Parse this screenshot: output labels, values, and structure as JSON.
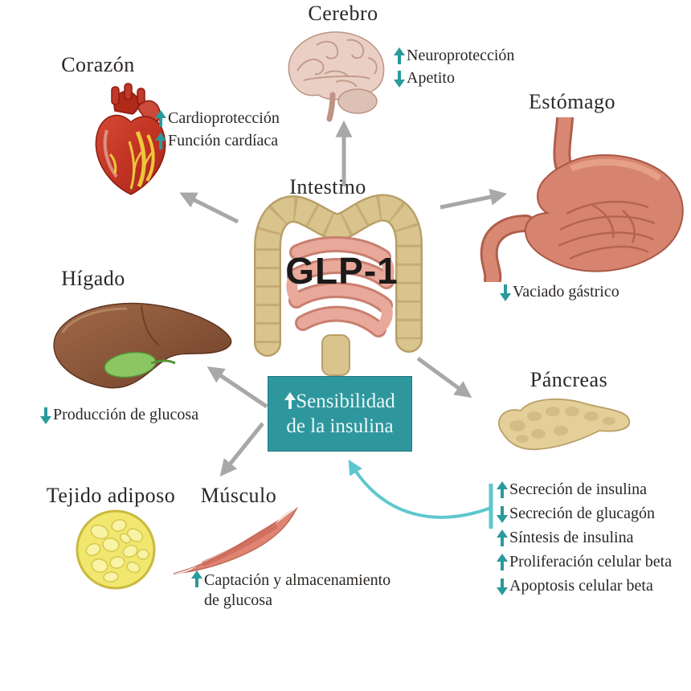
{
  "palette": {
    "teal": "#2a9a9b",
    "teal_light": "#5ec7cd",
    "arrow_gray": "#a8a8a8",
    "ink": "#2b2724"
  },
  "center": {
    "organ_label": "Intestino",
    "hormone_label": "GLP-1"
  },
  "insulin_box": {
    "direction": "up",
    "line1": "Sensibilidad",
    "line2": "de la insulina"
  },
  "organs": [
    {
      "id": "cerebro",
      "label": "Cerebro",
      "effects": [
        {
          "dir": "up",
          "text": "Neuroprotección"
        },
        {
          "dir": "down",
          "text": "Apetito"
        }
      ]
    },
    {
      "id": "corazon",
      "label": "Corazón",
      "effects": [
        {
          "dir": "up",
          "text": "Cardioprotección"
        },
        {
          "dir": "up",
          "text": "Función cardíaca"
        }
      ]
    },
    {
      "id": "estomago",
      "label": "Estómago",
      "effects": [
        {
          "dir": "down",
          "text": "Vaciado gástrico"
        }
      ]
    },
    {
      "id": "higado",
      "label": "Hígado",
      "effects": [
        {
          "dir": "down",
          "text": "Producción de glucosa"
        }
      ]
    },
    {
      "id": "pancreas",
      "label": "Páncreas",
      "effects": [
        {
          "dir": "up",
          "text": "Secreción de insulina"
        },
        {
          "dir": "down",
          "text": "Secreción de glucagón"
        },
        {
          "dir": "up",
          "text": "Síntesis de insulina"
        },
        {
          "dir": "up",
          "text": "Proliferación celular beta"
        },
        {
          "dir": "down",
          "text": "Apoptosis celular beta"
        }
      ]
    },
    {
      "id": "tejido_adiposo",
      "label": "Tejido adiposo",
      "effects": []
    },
    {
      "id": "musculo",
      "label": "Músculo",
      "effects": [
        {
          "dir": "up",
          "text": "Captación y almacenamiento de glucosa"
        }
      ]
    }
  ]
}
